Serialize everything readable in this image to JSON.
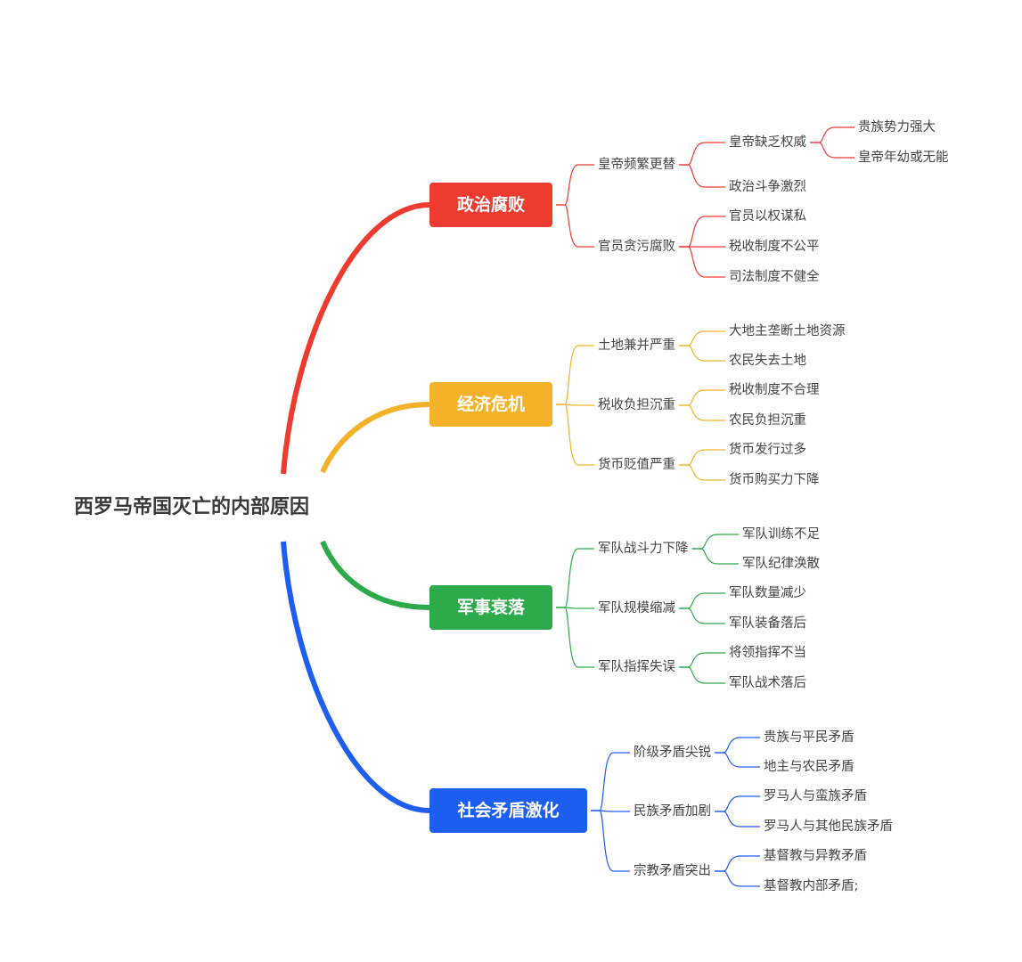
{
  "root": {
    "label": "西罗马帝国灭亡的内部原因"
  },
  "branches": [
    {
      "label": "政治腐败",
      "color": "#ee3b30",
      "children": [
        {
          "label": "皇帝频繁更替",
          "children": [
            {
              "label": "皇帝缺乏权威",
              "children": [
                {
                  "label": "贵族势力强大"
                },
                {
                  "label": "皇帝年幼或无能"
                }
              ]
            },
            {
              "label": "政治斗争激烈"
            }
          ]
        },
        {
          "label": "官员贪污腐败",
          "children": [
            {
              "label": "官员以权谋私"
            },
            {
              "label": "税收制度不公平"
            },
            {
              "label": "司法制度不健全"
            }
          ]
        }
      ]
    },
    {
      "label": "经济危机",
      "color": "#f3b22a",
      "children": [
        {
          "label": "土地兼并严重",
          "children": [
            {
              "label": "大地主垄断土地资源"
            },
            {
              "label": "农民失去土地"
            }
          ]
        },
        {
          "label": "税收负担沉重",
          "children": [
            {
              "label": "税收制度不合理"
            },
            {
              "label": "农民负担沉重"
            }
          ]
        },
        {
          "label": "货币贬值严重",
          "children": [
            {
              "label": "货币发行过多"
            },
            {
              "label": "货币购买力下降"
            }
          ]
        }
      ]
    },
    {
      "label": "军事衰落",
      "color": "#2daa4a",
      "children": [
        {
          "label": "军队战斗力下降",
          "children": [
            {
              "label": "军队训练不足"
            },
            {
              "label": "军队纪律涣散"
            }
          ]
        },
        {
          "label": "军队规模缩减",
          "children": [
            {
              "label": "军队数量减少"
            },
            {
              "label": "军队装备落后"
            }
          ]
        },
        {
          "label": "军队指挥失误",
          "children": [
            {
              "label": "将领指挥不当"
            },
            {
              "label": "军队战术落后"
            }
          ]
        }
      ]
    },
    {
      "label": "社会矛盾激化",
      "color": "#1d5ef0",
      "children": [
        {
          "label": "阶级矛盾尖锐",
          "children": [
            {
              "label": "贵族与平民矛盾"
            },
            {
              "label": "地主与农民矛盾"
            }
          ]
        },
        {
          "label": "民族矛盾加剧",
          "children": [
            {
              "label": "罗马人与蛮族矛盾"
            },
            {
              "label": "罗马人与其他民族矛盾"
            }
          ]
        },
        {
          "label": "宗教矛盾突出",
          "children": [
            {
              "label": "基督教与异教矛盾"
            },
            {
              "label": "基督教内部矛盾;"
            }
          ]
        }
      ]
    }
  ]
}
